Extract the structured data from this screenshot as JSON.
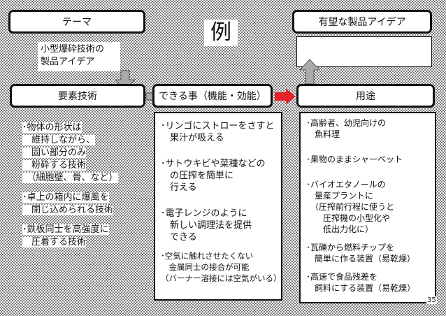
{
  "theme": {
    "title": "テーマ",
    "body_lines": [
      "小型爆砕技術の",
      "製品アイデア"
    ]
  },
  "example_label": "例",
  "promising": {
    "title": "有望な製品アイデア"
  },
  "element": {
    "title": "要素技術",
    "lines": [
      "･物体の形状は",
      "　維持しながら、",
      "　固い部分のみ",
      "　粉砕する技術",
      "　（細胞壁、骨、など）",
      "",
      "･卓上の箱内に爆風を",
      "　閉じ込められる技術",
      "",
      "･鉄板同士を高強度に",
      "　圧着する技術"
    ]
  },
  "function": {
    "title": "できる事（機能・効能）",
    "items": [
      [
        "･リンゴにストローをさすと",
        "　果汁が吸える"
      ],
      [
        "･サトウキビや菜種などの",
        "　の圧搾を簡単に",
        "　行える"
      ],
      [
        "･電子レンジのように",
        "　新しい調理法を提供",
        "　できる"
      ],
      [
        "･空気に触れさせたくない",
        "　金属同士の接合が可能",
        "（バーナー溶接には空気がいる）"
      ]
    ]
  },
  "usage": {
    "title": "用途",
    "items": [
      [
        "･高齢者、幼児向けの",
        "　魚料理"
      ],
      [
        "･果物のままシャーベット"
      ],
      [
        "･バイオエタノールの",
        "　量産プラントに",
        "　（圧搾前行程に使うと",
        "　　圧搾機の小型化や",
        "　　低出力化に）"
      ],
      [
        "･瓦礫から燃料チップを",
        "　簡単に作る装置（易乾燥）"
      ],
      [
        "･高速で食品残差を",
        "　飼料にする装置（易乾燥）"
      ]
    ]
  },
  "page_number": "35",
  "colors": {
    "red_arrow": "#e8202a",
    "gray_arrow": "#aaaaaa",
    "border": "#111111"
  }
}
